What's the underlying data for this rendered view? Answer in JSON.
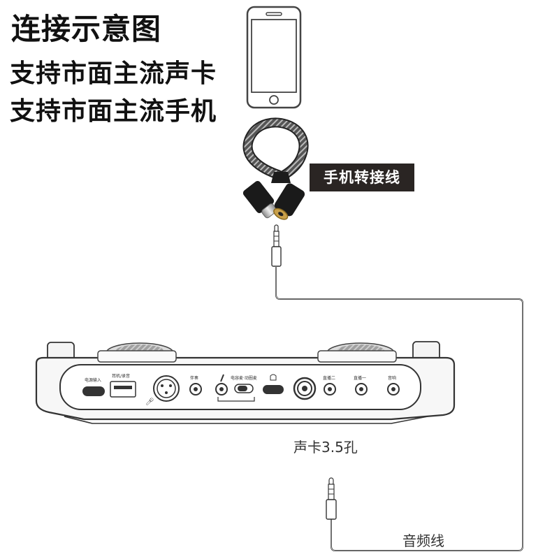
{
  "diagram": {
    "title": "连接示意图",
    "subtitle_lines": [
      "支持市面主流声卡",
      "支持市面主流手机"
    ],
    "adapter_label": "手机转接线",
    "jack_label": "声卡3.5孔",
    "cable_label": "音频线",
    "port_labels": [
      "电源输入",
      "耳机/录音",
      "伴奏",
      "电容麦·动圈麦",
      "直播二",
      "直播一",
      "音响"
    ]
  },
  "colors": {
    "cable_braid": "#3a3a3a",
    "plug_metal": "#b8b8b8",
    "jack_gold": "#c9a04a",
    "badge_bg": "#2a2523"
  }
}
